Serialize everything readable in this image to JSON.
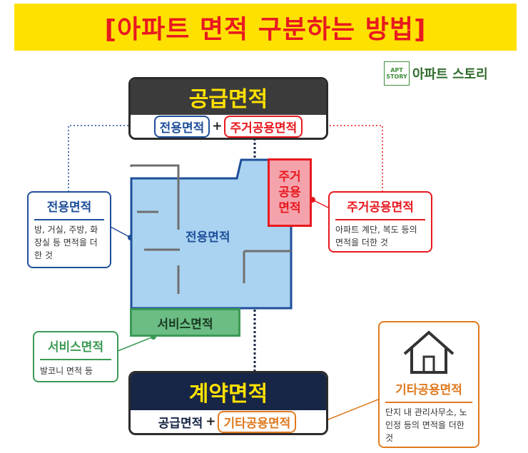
{
  "title": "[아파트 면적 구분하는 방법]",
  "logo": {
    "box_line1": "APT",
    "box_line2": "STORY",
    "text": "아파트 스토리"
  },
  "supply": {
    "title": "공급면적",
    "formula_left": "전용면적",
    "plus": "+",
    "formula_right": "주거공용면적"
  },
  "contract": {
    "title": "계약면적",
    "formula_left": "공급면적",
    "plus": "+",
    "formula_right": "기타공용면적"
  },
  "plan": {
    "exclusive_label": "전용면적",
    "residential_common_label": "주거공용면적",
    "service_label": "서비스면적"
  },
  "callouts": {
    "exclusive": {
      "title": "전용면적",
      "desc": "방, 거실, 주방, 화장실 등 면적을 더한 것"
    },
    "residential_common": {
      "title": "주거공용면적",
      "desc": "아파트 계단, 복도 등의 면적을 더한 것"
    },
    "service": {
      "title": "서비스면적",
      "desc": "발코니 면적 등"
    },
    "other_common": {
      "title": "기타공용면적",
      "desc": "단지 내 관리사무소, 노인정 등의 면적을 더한 것"
    }
  },
  "colors": {
    "title_bg": "#ffe100",
    "title_text": "#e8191f",
    "exclusive": "#1f4f9a",
    "residential": "#e8191f",
    "service": "#3b9a55",
    "other": "#e07a1f",
    "supply_head": "#3b3b3b",
    "contract_head": "#172546",
    "plan_fill": "#a9d3f0"
  },
  "icons": [
    "house-icon"
  ]
}
